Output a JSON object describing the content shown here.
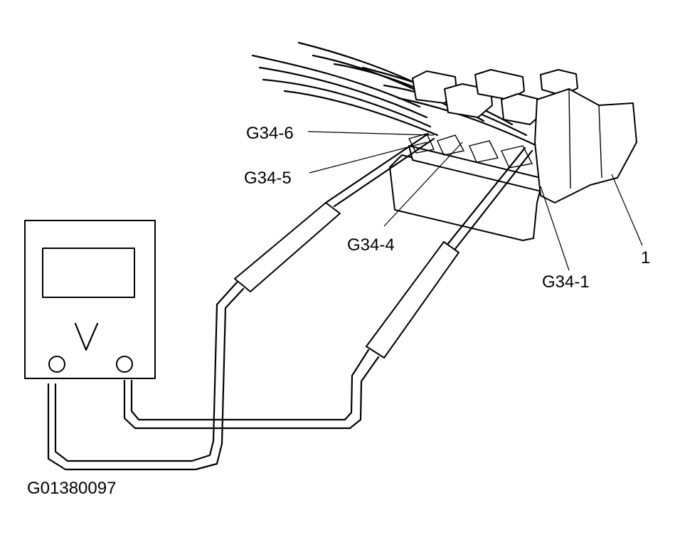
{
  "labels": {
    "g34_6": "G34-6",
    "g34_5": "G34-5",
    "g34_4": "G34-4",
    "g34_1": "G34-1",
    "component": "1"
  },
  "figure_id": "G01380097",
  "icons": {
    "meter_symbol": "volt-symbol-icon"
  }
}
